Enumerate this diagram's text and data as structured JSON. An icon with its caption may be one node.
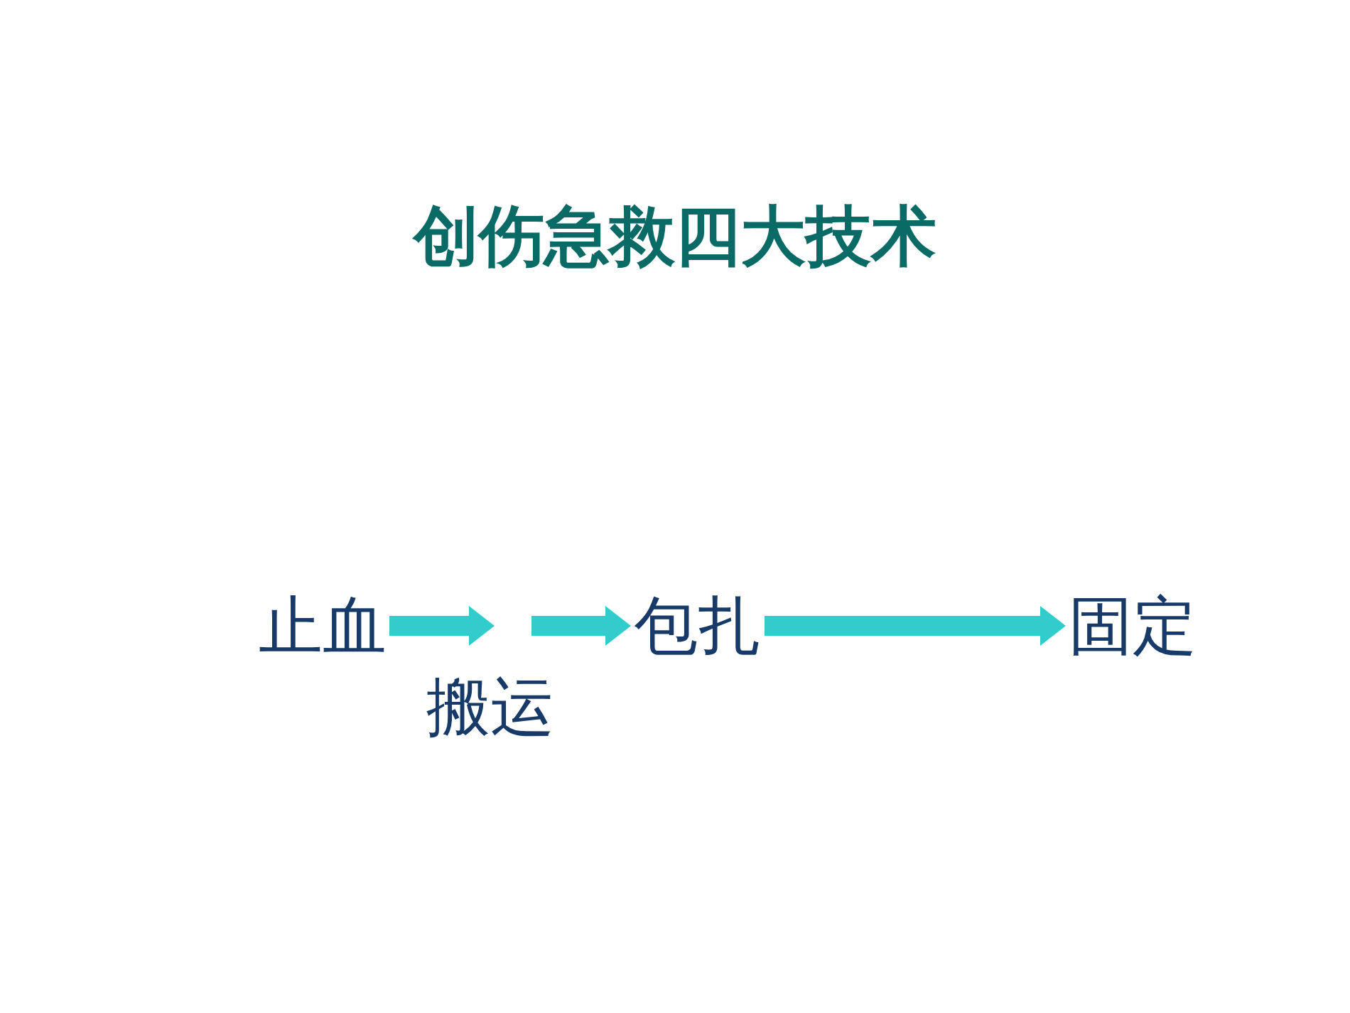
{
  "diagram": {
    "title": "创伤急救四大技术",
    "nodes": [
      {
        "text": [
          "止血"
        ]
      },
      {
        "text": [
          "包扎"
        ]
      },
      {
        "text": [
          "固定"
        ]
      }
    ],
    "edges": [
      {
        "from": 0,
        "to": null,
        "arrow": "to"
      },
      {
        "from": null,
        "to": 1,
        "arrow": "to"
      },
      {
        "from": 1,
        "to": 2,
        "arrow": "to"
      }
    ],
    "labels": [
      "搬运"
    ]
  }
}
